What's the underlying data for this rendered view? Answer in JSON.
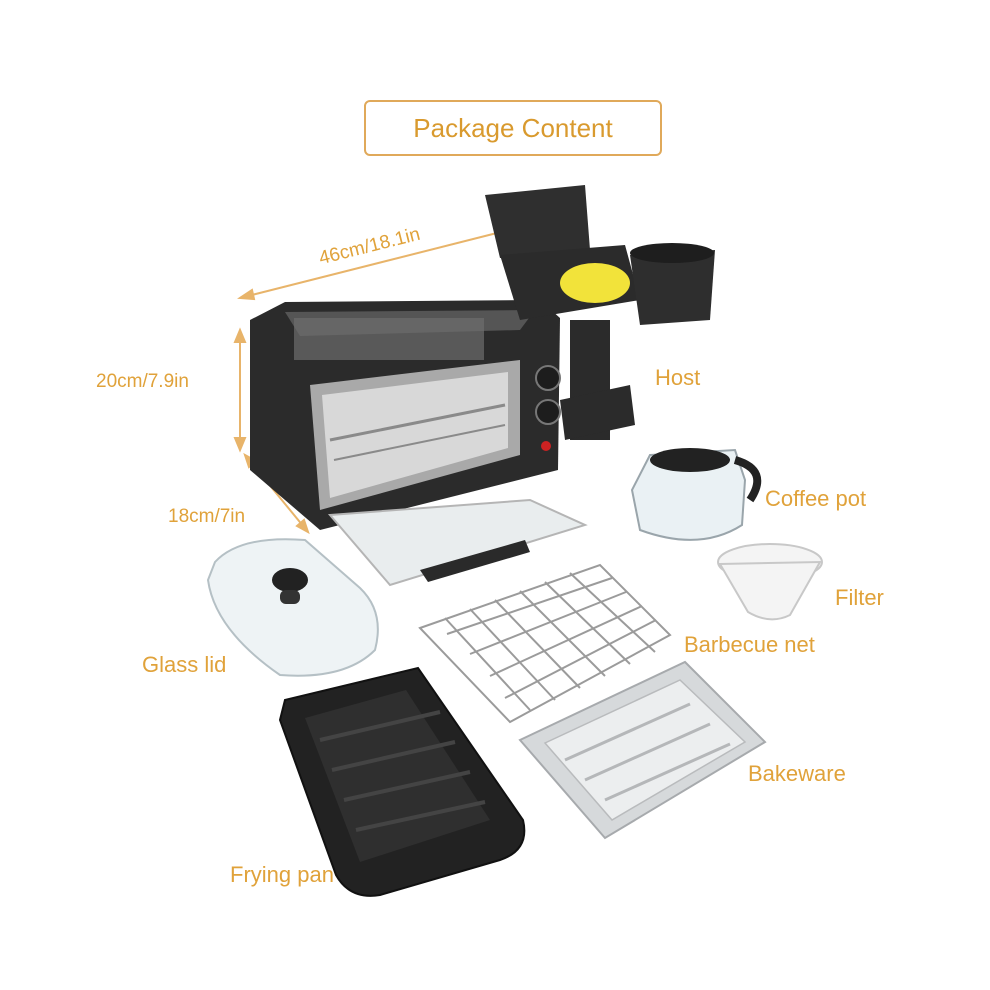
{
  "title": "Package Content",
  "dimensions": {
    "width": "46cm/18.1in",
    "height": "20cm/7.9in",
    "depth": "18cm/7in"
  },
  "labels": {
    "host": "Host",
    "coffee_pot": "Coffee pot",
    "filter": "Filter",
    "barbecue_net": "Barbecue net",
    "glass_lid": "Glass lid",
    "bakeware": "Bakeware",
    "frying_pan": "Frying pan"
  },
  "colors": {
    "accent": "#e0a23a",
    "appliance": "#2b2b2b",
    "lid_yellow": "#f2e33a"
  }
}
